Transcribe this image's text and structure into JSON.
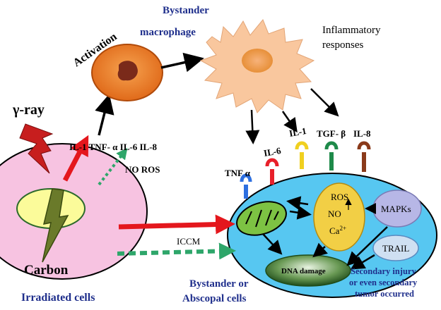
{
  "labels": {
    "bystander_macrophage_line1": "Bystander",
    "bystander_macrophage_line2": "macrophage",
    "inflammatory_line1": "Inflammatory",
    "inflammatory_line2": "responses",
    "activation": "Activation",
    "gamma_ray": "γ-ray",
    "cytokines": "IL-1  TNF- α  IL-6  IL-8",
    "no_ros": "NO ROS",
    "carbon": "Carbon",
    "irradiated_cells": "Irradiated cells",
    "iccm": "ICCM",
    "bystander_cells_line1": "Bystander or",
    "bystander_cells_line2": "Abscopal  cells",
    "receptor_tnf": "TNF α",
    "receptor_il6": "IL-6",
    "receptor_il1": "IL-1",
    "receptor_tgf": "TGF- β",
    "receptor_il8": "IL-8",
    "ros": "ROS",
    "no": "NO",
    "ca": "Ca",
    "ca_sup": "2+",
    "mapks": "MAPKs",
    "trail": "TRAIL",
    "dna_damage": "DNA damage",
    "secondary_line1": "Secondary injury",
    "secondary_line2": "or even secondary",
    "secondary_line3": "tumor occurred"
  },
  "colors": {
    "irradiated_cell": "#f7c3e1",
    "nucleus_yellow": "#fbfb9a",
    "bystander_cell": "#57c7f1",
    "macrophage": "#f9c79e",
    "activated_cell": "#f08a2a",
    "mitochondria": "#7dc243",
    "ros_oval": "#f2cf45",
    "dna_damage": "#2f6f2a",
    "red_arrow": "#e4171d",
    "green_arrow": "#2ea66a",
    "navy_text": "#1f2f8c",
    "receptor_tnf": "#2d6fe0",
    "receptor_il6": "#e8202a",
    "receptor_il1": "#f0d020",
    "receptor_tgf": "#1f8a4a",
    "receptor_il8": "#8a3a1a"
  }
}
